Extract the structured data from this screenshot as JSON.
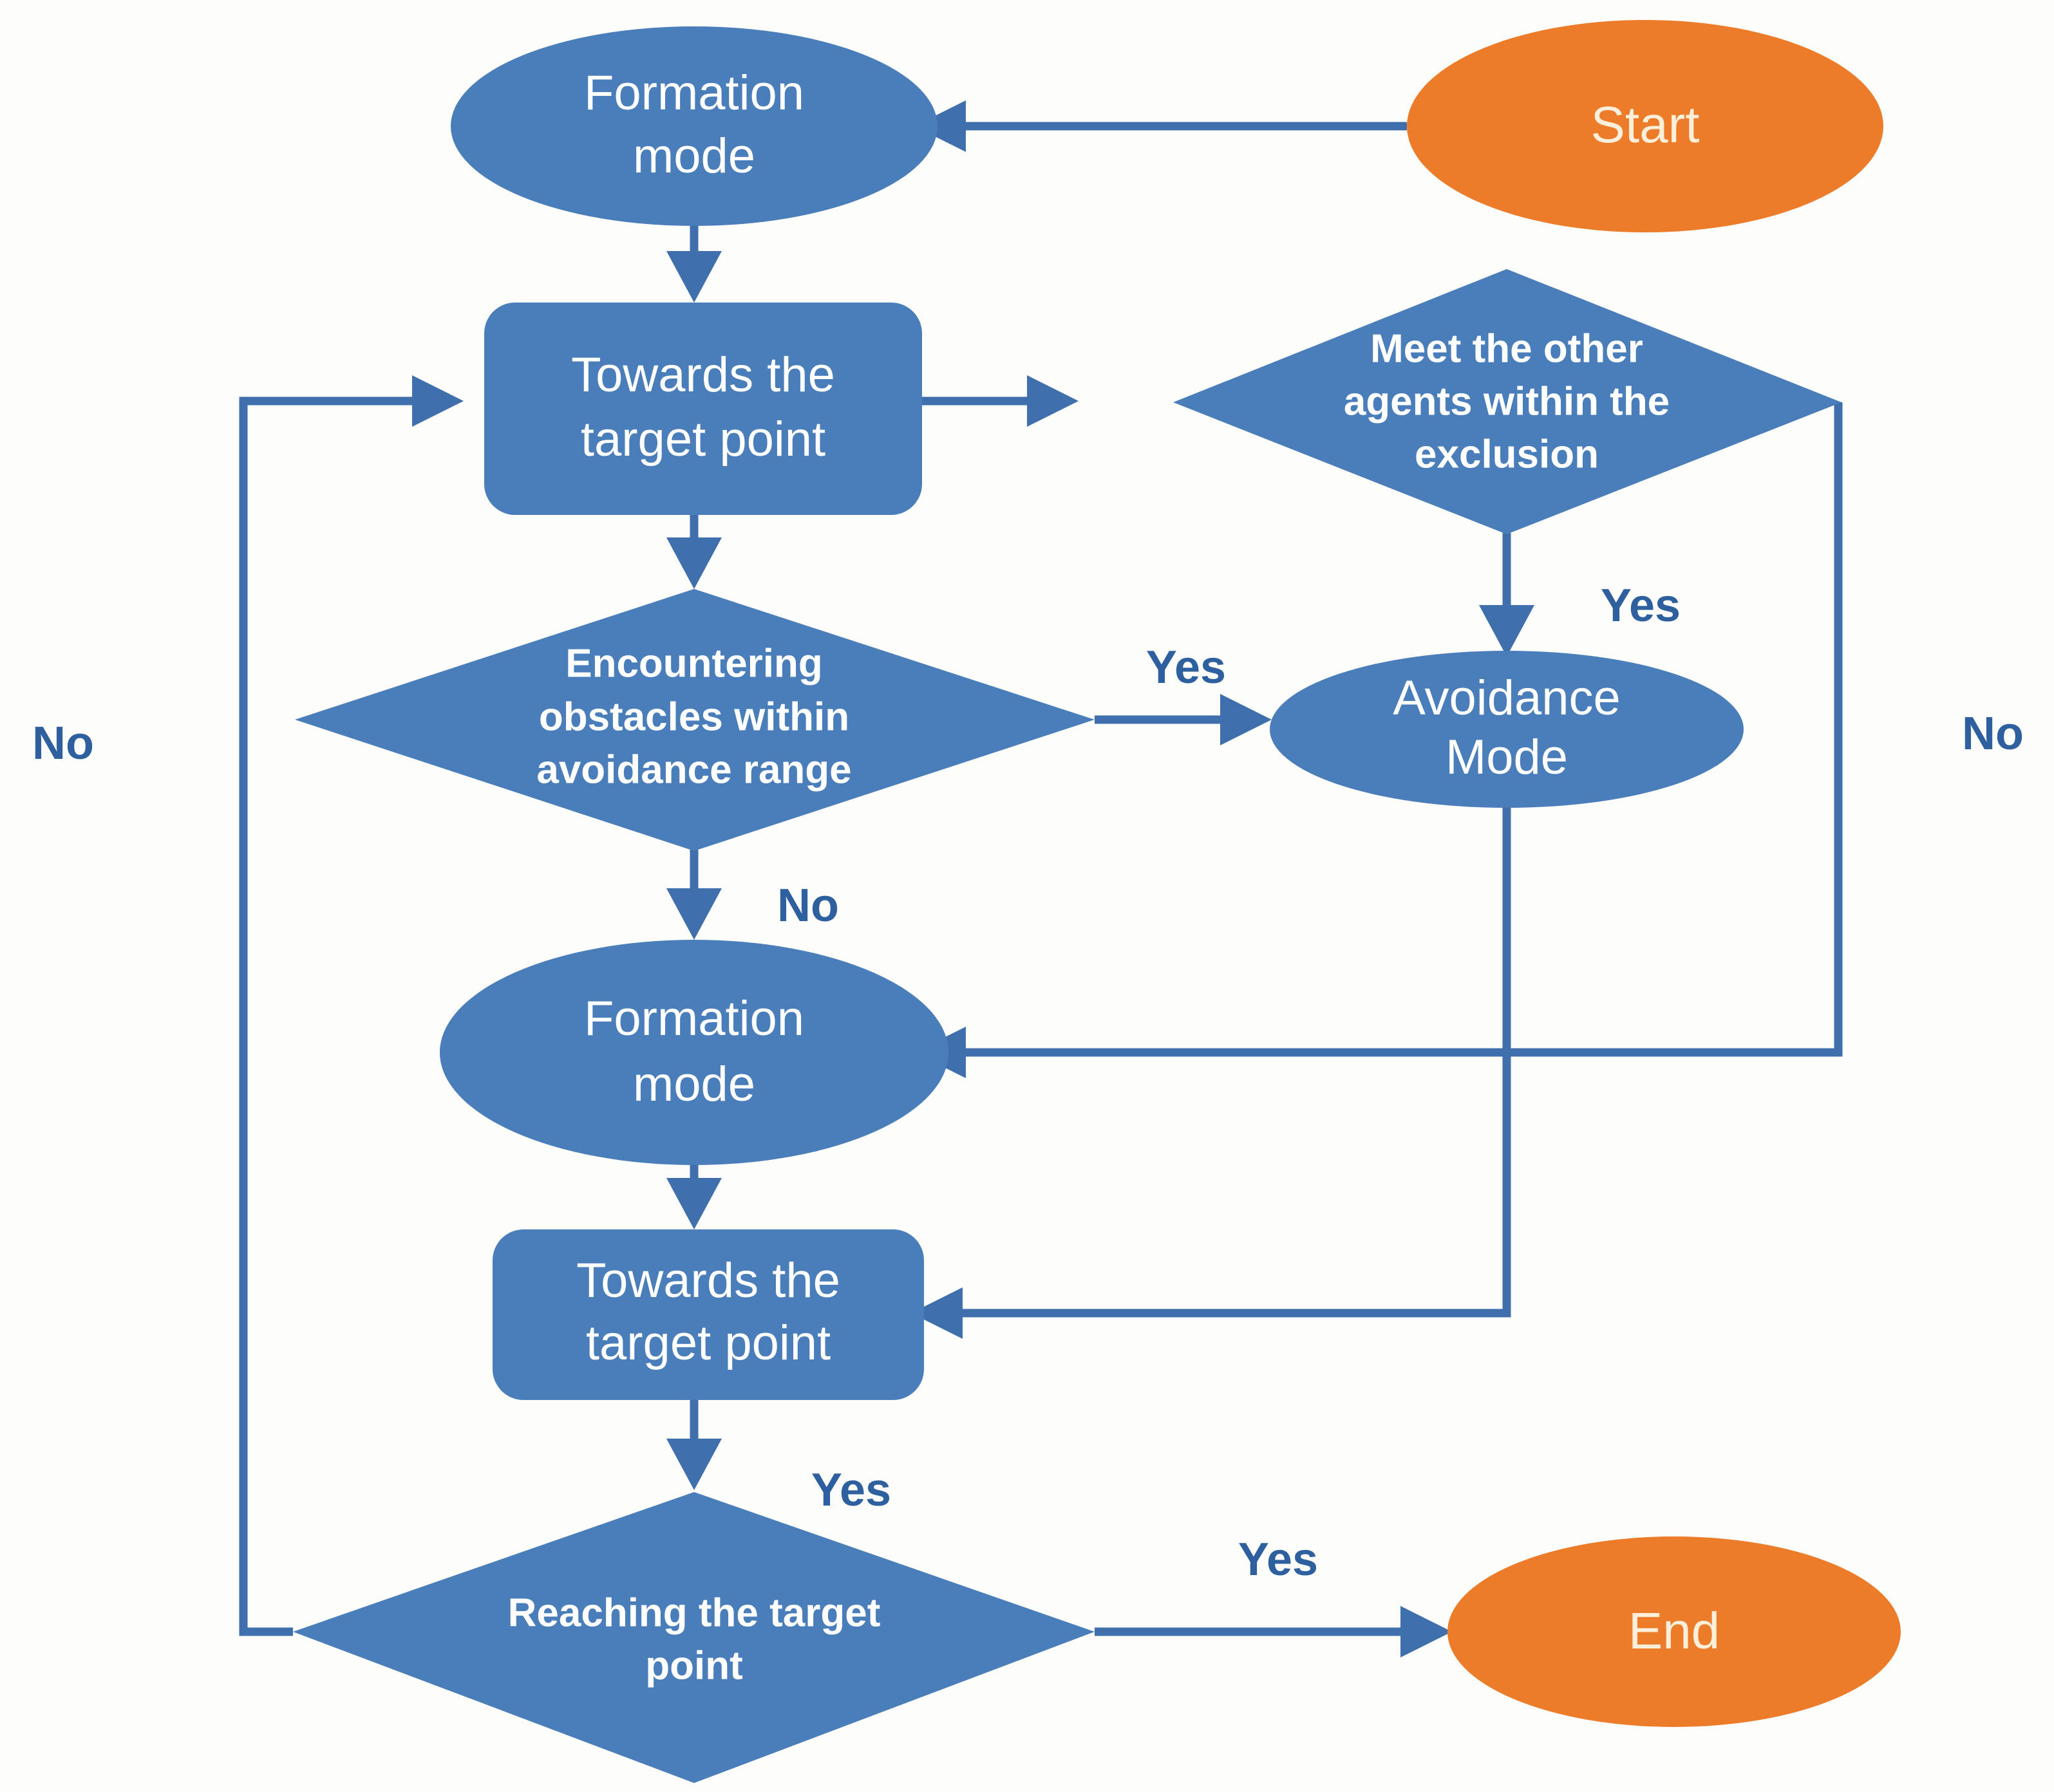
{
  "diagram": {
    "title": "Multi-agent formation and obstacle avoidance flowchart",
    "colors": {
      "process_fill": "#4a7ebb",
      "terminal_fill": "#ec7c2a",
      "connector": "#3f6fad",
      "node_text": "#ffffff",
      "terminal_text": "#fdefd9",
      "edge_label_text": "#2e5f9e",
      "background": "#fdfdfb"
    },
    "nodes": [
      {
        "id": "start",
        "shape": "ellipse",
        "label": "Start",
        "text_style": "plain",
        "fill": "terminal"
      },
      {
        "id": "formation-mode-top",
        "shape": "ellipse",
        "label_lines": [
          "Formation",
          "mode"
        ],
        "text_style": "plain",
        "fill": "process"
      },
      {
        "id": "towards-target-point-top",
        "shape": "rounded-rect",
        "label_lines": [
          "Towards the",
          "target point"
        ],
        "text_style": "plain",
        "fill": "process"
      },
      {
        "id": "meet-other-agents",
        "shape": "diamond",
        "label_lines": [
          "Meet the other",
          "agents within the",
          "exclusion"
        ],
        "text_style": "bold",
        "fill": "process"
      },
      {
        "id": "encountering-obstacles",
        "shape": "diamond",
        "label_lines": [
          "Encountering",
          "obstacles within",
          "avoidance range"
        ],
        "text_style": "bold",
        "fill": "process"
      },
      {
        "id": "avoidance-mode",
        "shape": "ellipse",
        "label_lines": [
          "Avoidance",
          "Mode"
        ],
        "text_style": "plain",
        "fill": "process"
      },
      {
        "id": "formation-mode-bottom",
        "shape": "ellipse",
        "label_lines": [
          "Formation",
          "mode"
        ],
        "text_style": "plain",
        "fill": "process"
      },
      {
        "id": "towards-target-point-bottom",
        "shape": "rounded-rect",
        "label_lines": [
          "Towards the",
          "target point"
        ],
        "text_style": "plain",
        "fill": "process"
      },
      {
        "id": "reaching-target-point",
        "shape": "diamond",
        "label_lines": [
          "Reaching the target",
          "point"
        ],
        "text_style": "bold",
        "fill": "process"
      },
      {
        "id": "end",
        "shape": "ellipse",
        "label": "End",
        "text_style": "plain",
        "fill": "terminal"
      }
    ],
    "node_labels": {
      "start": "Start",
      "end": "End",
      "formation_mode_line1": "Formation",
      "formation_mode_line2": "mode",
      "towards_target_line1": "Towards the",
      "towards_target_line2": "target point",
      "meet_agents_line1": "Meet the other",
      "meet_agents_line2": "agents within the",
      "meet_agents_line3": "exclusion",
      "encountering_line1": "Encountering",
      "encountering_line2": "obstacles within",
      "encountering_line3": "avoidance range",
      "avoidance_line1": "Avoidance",
      "avoidance_line2": "Mode",
      "reaching_line1": "Reaching the target",
      "reaching_line2": "point"
    },
    "edge_labels": {
      "no_left": "No",
      "no_right": "No",
      "no_obstacles": "No",
      "yes_obstacles": "Yes",
      "yes_meet_agents": "Yes",
      "yes_reaching": "Yes",
      "yes_end": "Yes"
    },
    "edges": [
      {
        "from": "start",
        "to": "formation-mode-top",
        "label": ""
      },
      {
        "from": "formation-mode-top",
        "to": "towards-target-point-top",
        "label": ""
      },
      {
        "from": "towards-target-point-top",
        "to": "meet-other-agents",
        "label": ""
      },
      {
        "from": "towards-target-point-top",
        "to": "encountering-obstacles",
        "label": ""
      },
      {
        "from": "meet-other-agents",
        "to": "avoidance-mode",
        "label": "Yes"
      },
      {
        "from": "meet-other-agents",
        "to": "formation-mode-bottom",
        "label": "No"
      },
      {
        "from": "encountering-obstacles",
        "to": "avoidance-mode",
        "label": "Yes"
      },
      {
        "from": "encountering-obstacles",
        "to": "formation-mode-bottom",
        "label": "No"
      },
      {
        "from": "avoidance-mode",
        "to": "formation-mode-bottom",
        "label": ""
      },
      {
        "from": "avoidance-mode",
        "to": "towards-target-point-bottom",
        "label": ""
      },
      {
        "from": "formation-mode-bottom",
        "to": "towards-target-point-bottom",
        "label": ""
      },
      {
        "from": "towards-target-point-bottom",
        "to": "reaching-target-point",
        "label": "Yes"
      },
      {
        "from": "reaching-target-point",
        "to": "end",
        "label": "Yes"
      },
      {
        "from": "reaching-target-point",
        "to": "towards-target-point-top",
        "label": "No"
      }
    ]
  }
}
